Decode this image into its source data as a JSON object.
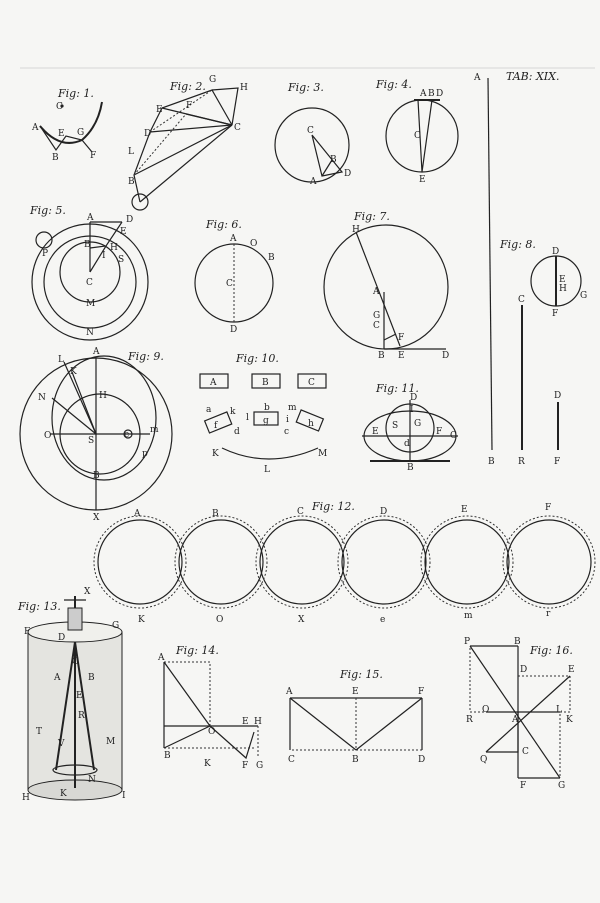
{
  "plate": {
    "title": "TAB: XIX."
  },
  "figures": {
    "fig1": {
      "caption": "Fig: 1.",
      "labels": [
        "C",
        "A",
        "E",
        "G",
        "B",
        "F"
      ]
    },
    "fig2": {
      "caption": "Fig: 2.",
      "labels": [
        "G",
        "H",
        "E",
        "F",
        "D",
        "C",
        "L",
        "B"
      ]
    },
    "fig3": {
      "caption": "Fig: 3.",
      "labels": [
        "C",
        "B",
        "A",
        "D"
      ]
    },
    "fig4": {
      "caption": "Fig: 4.",
      "labels": [
        "A",
        "B",
        "D",
        "C",
        "E"
      ]
    },
    "fig5": {
      "caption": "Fig: 5.",
      "labels": [
        "A",
        "D",
        "E",
        "B",
        "H",
        "C",
        "I",
        "S",
        "P",
        "M",
        "N"
      ]
    },
    "fig6": {
      "caption": "Fig: 6.",
      "labels": [
        "A",
        "O",
        "B",
        "C",
        "D"
      ]
    },
    "fig7": {
      "caption": "Fig: 7.",
      "labels": [
        "H",
        "A",
        "G",
        "C",
        "F",
        "B",
        "E",
        "D"
      ]
    },
    "fig8": {
      "caption": "Fig: 8.",
      "labels": [
        "D",
        "E",
        "H",
        "F",
        "G"
      ]
    },
    "fig9": {
      "caption": "Fig: 9.",
      "labels": [
        "A",
        "L",
        "K",
        "H",
        "N",
        "O",
        "S",
        "e",
        "m",
        "p",
        "B",
        "X"
      ]
    },
    "fig10": {
      "caption": "Fig: 10.",
      "boxes": [
        "A",
        "B",
        "C"
      ],
      "labels": [
        "a",
        "k",
        "f",
        "l",
        "d",
        "b",
        "g",
        "m",
        "i",
        "c",
        "h",
        "K",
        "L",
        "M"
      ]
    },
    "fig11": {
      "caption": "Fig: 11.",
      "labels": [
        "D",
        "I",
        "S",
        "G",
        "E",
        "F",
        "C",
        "d",
        "B"
      ]
    },
    "fig12": {
      "caption": "Fig: 12.",
      "top": [
        "A",
        "B",
        "C",
        "D",
        "E",
        "F"
      ],
      "bottom": [
        "K",
        "O",
        "X",
        "e",
        "m",
        "r"
      ]
    },
    "fig13": {
      "caption": "Fig: 13.",
      "labels": [
        "X",
        "D",
        "G",
        "F",
        "C",
        "A",
        "B",
        "E",
        "R",
        "T",
        "M",
        "V",
        "H",
        "K",
        "N",
        "I"
      ]
    },
    "fig14": {
      "caption": "Fig: 14.",
      "labels": [
        "A",
        "O",
        "E",
        "H",
        "B",
        "K",
        "F",
        "G"
      ]
    },
    "fig15": {
      "caption": "Fig: 15.",
      "labels": [
        "A",
        "E",
        "F",
        "C",
        "B",
        "D"
      ]
    },
    "fig16": {
      "caption": "Fig: 16.",
      "labels": [
        "P",
        "B",
        "D",
        "E",
        "R",
        "O",
        "A",
        "L",
        "K",
        "Q",
        "C",
        "F",
        "G"
      ]
    },
    "rods": {
      "labels": [
        "A",
        "B",
        "C",
        "R",
        "D",
        "F"
      ]
    }
  }
}
